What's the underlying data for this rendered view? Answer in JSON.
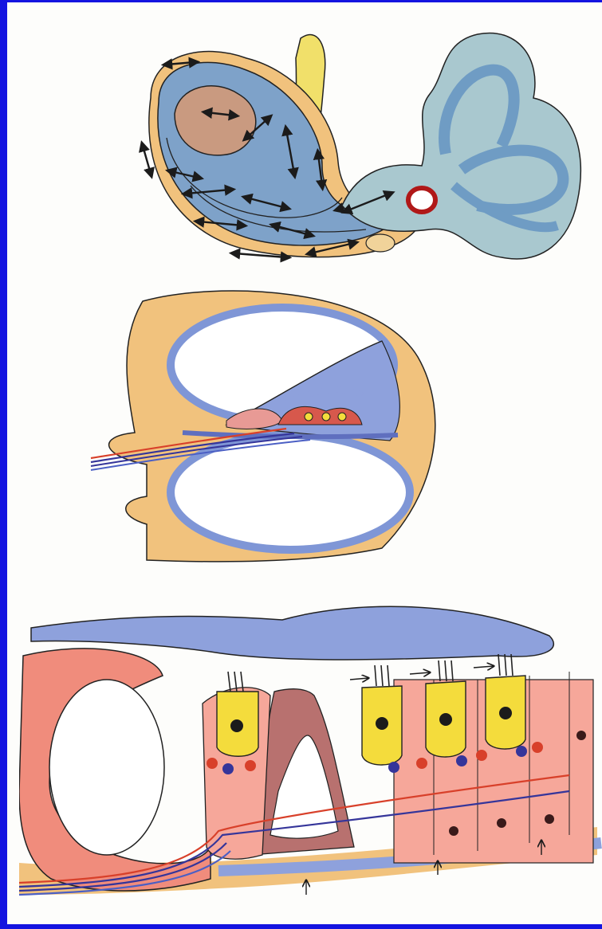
{
  "colors": {
    "frame_blue": "#1414e0",
    "bone_orange": "#f1c27d",
    "duct_blue": "#7f96d6",
    "labyrinth_teal": "#8fb6cf",
    "tissue_pink": "#f09a8c",
    "muscle_brown": "#b8716f",
    "hair_cell_yellow": "#f4dc3c",
    "nerve_red": "#d8402a",
    "nerve_blue": "#35359a"
  },
  "panels": [
    {
      "id": "cochlea-labyrinth",
      "icons": [
        "double-arrow-icon",
        "round-window-icon"
      ]
    },
    {
      "id": "cochlear-cross-section",
      "icons": [
        "nerve-bundle-icon"
      ]
    },
    {
      "id": "organ-of-corti",
      "icons": [
        "right-arrow-icon",
        "up-arrow-icon"
      ]
    }
  ]
}
